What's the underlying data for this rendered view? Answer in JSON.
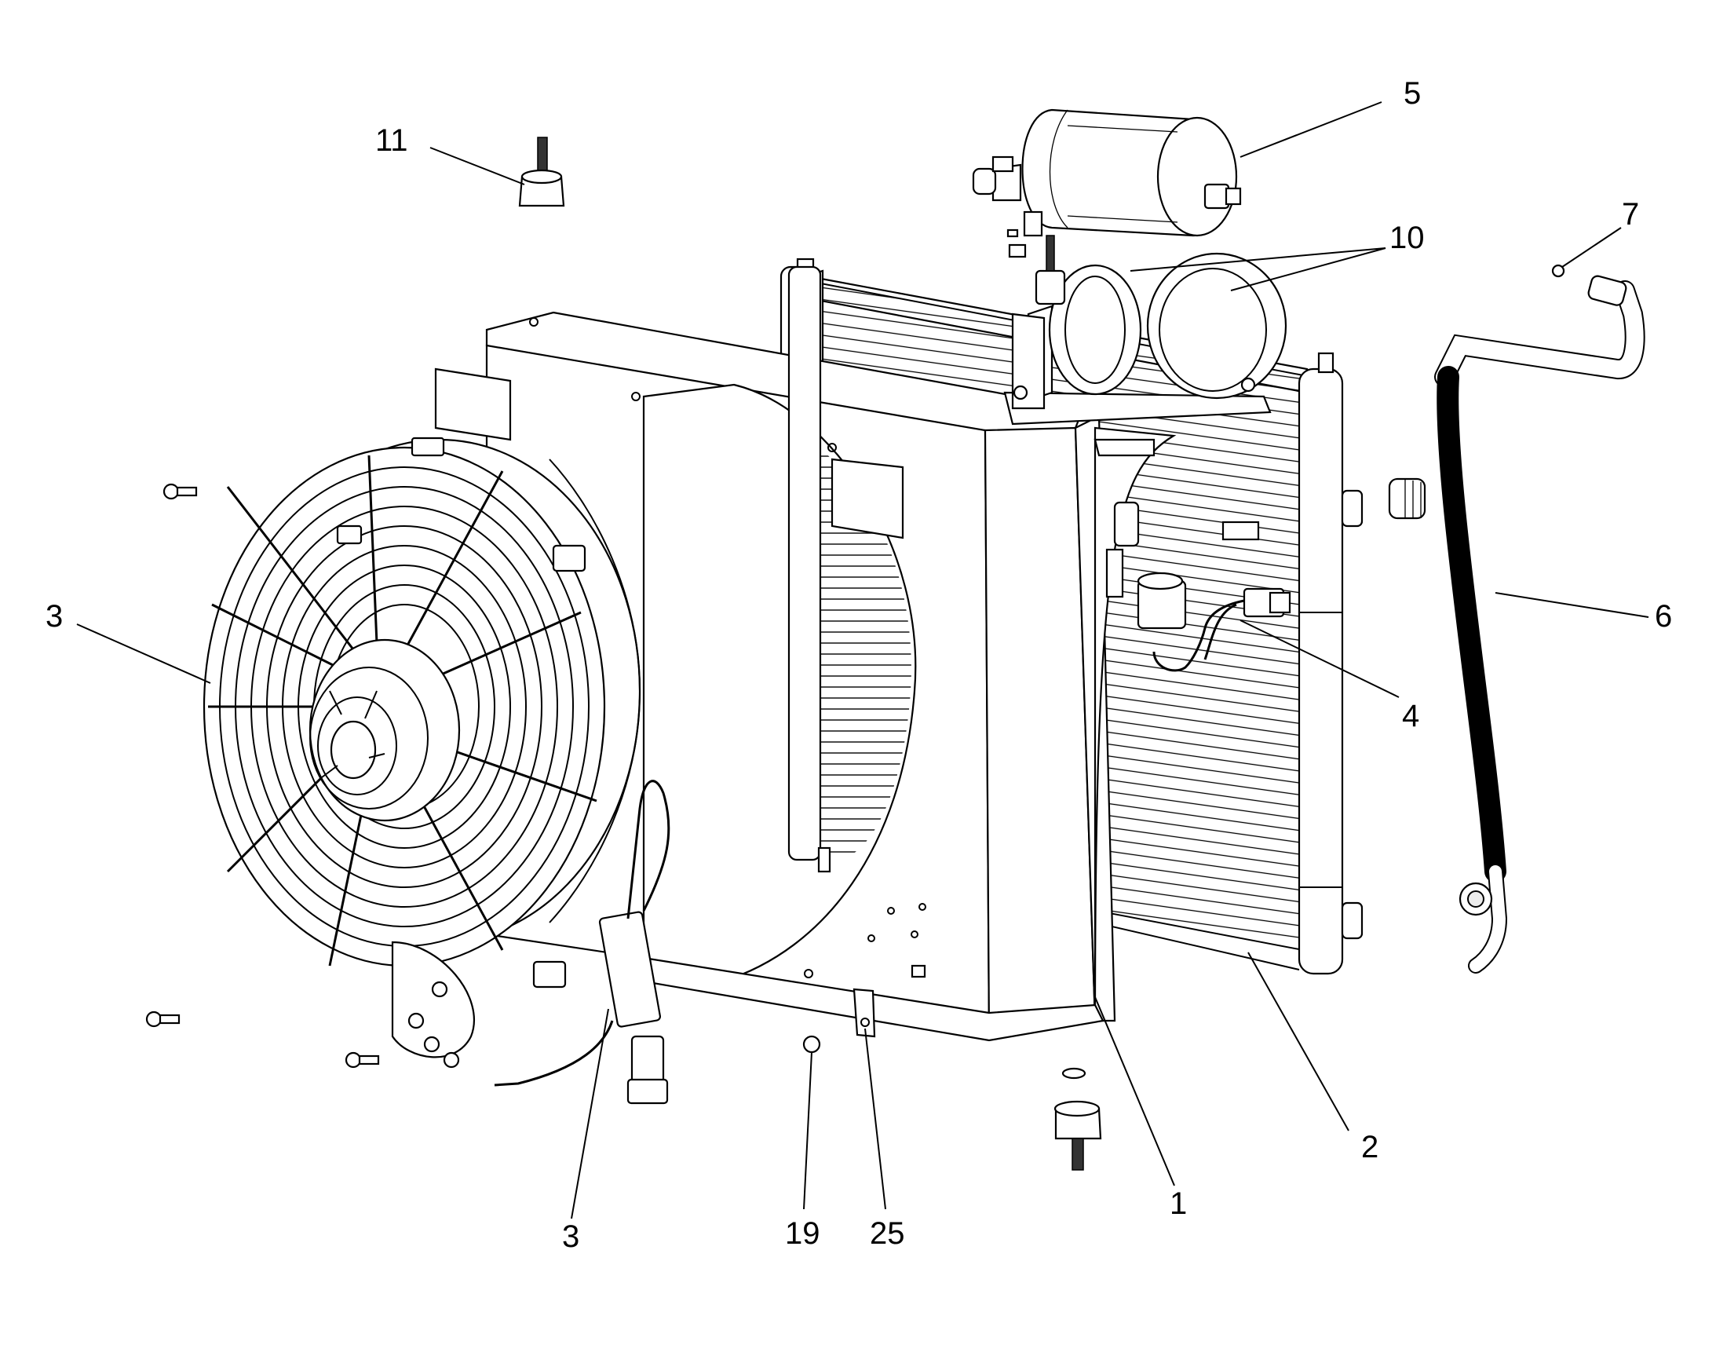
{
  "callouts": [
    {
      "id": "c11",
      "text": "11"
    },
    {
      "id": "c5",
      "text": "5"
    },
    {
      "id": "c10",
      "text": "10"
    },
    {
      "id": "c7",
      "text": "7"
    },
    {
      "id": "c3a",
      "text": "3"
    },
    {
      "id": "c6",
      "text": "6"
    },
    {
      "id": "c4",
      "text": "4"
    },
    {
      "id": "c2",
      "text": "2"
    },
    {
      "id": "c1",
      "text": "1"
    },
    {
      "id": "c3b",
      "text": "3"
    },
    {
      "id": "c19",
      "text": "19"
    },
    {
      "id": "c25",
      "text": "25"
    }
  ]
}
